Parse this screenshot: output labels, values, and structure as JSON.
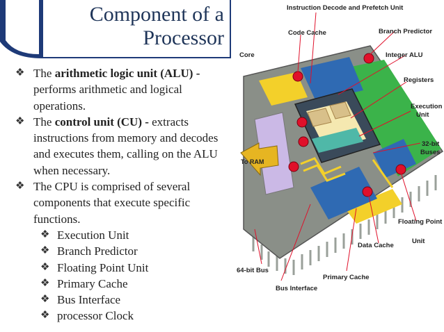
{
  "slide": {
    "title_line1": "Component of a",
    "title_line2": "Processor",
    "bullets": [
      {
        "bold": "The arithmetic logic unit (ALU) -",
        "text": " performs arithmetic and logical operations."
      },
      {
        "bold": "The control unit (CU) -",
        "text": " extracts instructions from memory and decodes and executes them, calling on the ALU when necessary."
      },
      {
        "bold": "",
        "text": "The CPU is comprised of several components that execute specific functions."
      }
    ],
    "sub_bullets": [
      "Execution Unit",
      "Branch Predictor",
      "Floating Point Unit",
      "Primary Cache",
      "Bus Interface",
      "processor Clock"
    ]
  },
  "diagram": {
    "labels": {
      "instruction_decode": "Instruction Decode and Prefetch Unit",
      "code_cache": "Code Cache",
      "branch_predictor": "Branch Predictor",
      "core": "Core",
      "integer_alu": "Integer ALU",
      "registers": "Registers",
      "execution_unit_1": "Execution",
      "execution_unit_2": "Unit",
      "buses_1": "32-bit",
      "buses_2": "Buses",
      "to_ram": "To RAM",
      "floating_point_1": "Floating Point",
      "floating_point_2": "Unit",
      "data_cache": "Data Cache",
      "bus_64": "64-bit Bus",
      "primary_cache": "Primary Cache",
      "bus_interface": "Bus Interface"
    },
    "colors": {
      "pcb": "#8a8f88",
      "green": "#3bb34a",
      "blue": "#2f6ab3",
      "yellow": "#f3d02a",
      "lavender": "#cbb9e6",
      "tan": "#d8c08a",
      "dot": "#e0102a"
    }
  }
}
